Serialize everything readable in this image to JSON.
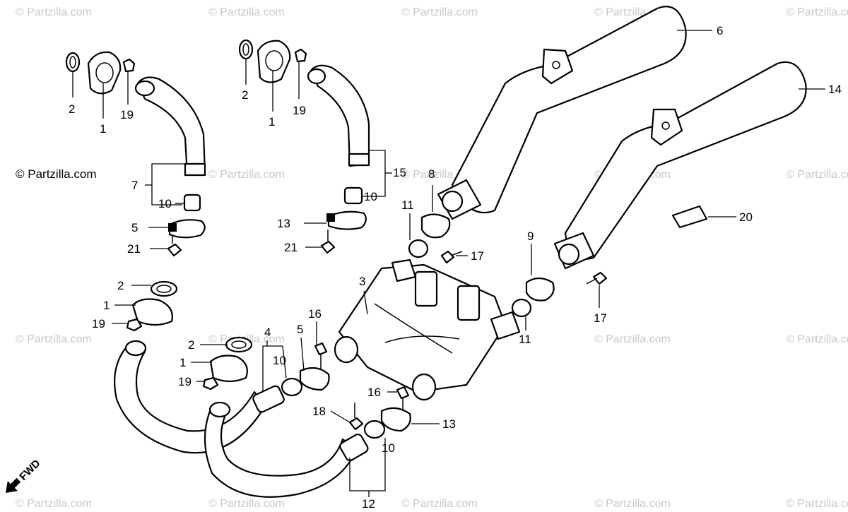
{
  "side_watermark": "© Partzilla.com",
  "watermark": "© Partzilla.com",
  "fwd_label": "FWD",
  "callouts": [
    {
      "id": "c-2a",
      "text": "2"
    },
    {
      "id": "c-1a",
      "text": "1"
    },
    {
      "id": "c-19a",
      "text": "19"
    },
    {
      "id": "c-2b",
      "text": "2"
    },
    {
      "id": "c-1b",
      "text": "1"
    },
    {
      "id": "c-19b",
      "text": "19"
    },
    {
      "id": "c-6",
      "text": "6"
    },
    {
      "id": "c-14",
      "text": "14"
    },
    {
      "id": "c-7",
      "text": "7"
    },
    {
      "id": "c-10a",
      "text": "10"
    },
    {
      "id": "c-5a",
      "text": "5"
    },
    {
      "id": "c-21a",
      "text": "21"
    },
    {
      "id": "c-15",
      "text": "15"
    },
    {
      "id": "c-10b",
      "text": "10"
    },
    {
      "id": "c-13a",
      "text": "13"
    },
    {
      "id": "c-21b",
      "text": "21"
    },
    {
      "id": "c-8",
      "text": "8"
    },
    {
      "id": "c-11a",
      "text": "11"
    },
    {
      "id": "c-17a",
      "text": "17"
    },
    {
      "id": "c-20",
      "text": "20"
    },
    {
      "id": "c-9",
      "text": "9"
    },
    {
      "id": "c-17b",
      "text": "17"
    },
    {
      "id": "c-3",
      "text": "3"
    },
    {
      "id": "c-2c",
      "text": "2"
    },
    {
      "id": "c-1c",
      "text": "1"
    },
    {
      "id": "c-19c",
      "text": "19"
    },
    {
      "id": "c-16a",
      "text": "16"
    },
    {
      "id": "c-11b",
      "text": "11"
    },
    {
      "id": "c-4",
      "text": "4"
    },
    {
      "id": "c-5b",
      "text": "5"
    },
    {
      "id": "c-10c",
      "text": "10"
    },
    {
      "id": "c-2d",
      "text": "2"
    },
    {
      "id": "c-1d",
      "text": "1"
    },
    {
      "id": "c-19d",
      "text": "19"
    },
    {
      "id": "c-16b",
      "text": "16"
    },
    {
      "id": "c-18",
      "text": "18"
    },
    {
      "id": "c-13b",
      "text": "13"
    },
    {
      "id": "c-10d",
      "text": "10"
    },
    {
      "id": "c-12",
      "text": "12"
    }
  ]
}
